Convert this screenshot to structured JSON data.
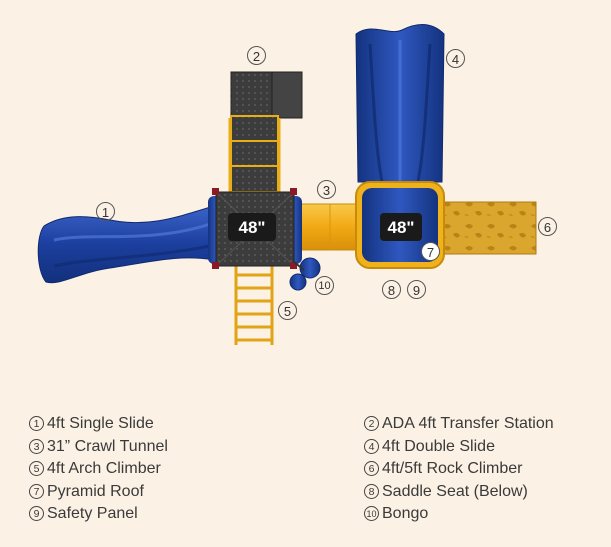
{
  "colors": {
    "background": "#fbf1e4",
    "blue": "#1c3f9e",
    "yellow": "#f5b41a",
    "deck_dark": "#3a3a3a",
    "rock": "#d9a42c"
  },
  "deck_labels": [
    "48\"",
    "48\""
  ],
  "callouts": [
    "1",
    "2",
    "3",
    "4",
    "5",
    "6",
    "7",
    "8",
    "9",
    "10"
  ],
  "legend": {
    "left": [
      {
        "num": "1",
        "label": "4ft Single Slide"
      },
      {
        "num": "3",
        "label": "31” Crawl Tunnel"
      },
      {
        "num": "5",
        "label": "4ft Arch Climber"
      },
      {
        "num": "7",
        "label": "Pyramid  Roof"
      },
      {
        "num": "9",
        "label": "Safety Panel"
      }
    ],
    "right": [
      {
        "num": "2",
        "label": "ADA 4ft Transfer Station"
      },
      {
        "num": "4",
        "label": "4ft Double Slide"
      },
      {
        "num": "6",
        "label": "4ft/5ft Rock Climber"
      },
      {
        "num": "8",
        "label": "Saddle Seat (Below)"
      },
      {
        "num": "10",
        "label": "Bongo"
      }
    ]
  }
}
